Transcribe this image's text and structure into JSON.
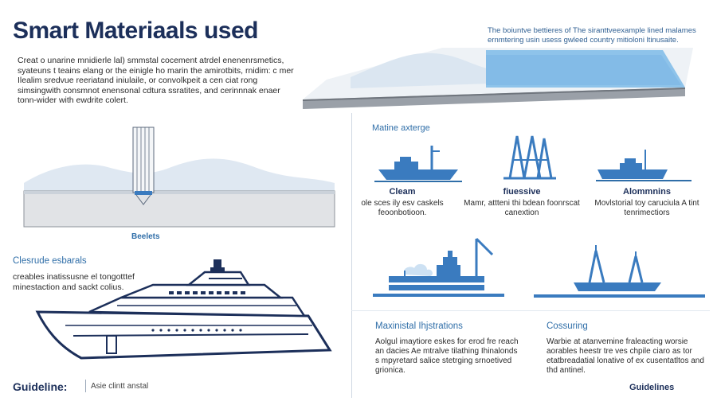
{
  "title": "Smart Materiaals used",
  "intro": "Creat o unarine mnidierle lal) smmstal cocement atrdel enenenrsmetics, syateuns t teains elang or the einigle ho marin the amirotbits, rnidim: c mer Ilealim sredvue reeriatand iniulaile, or convolkpeit a cen ciat rong simsingwith consmnot enensonal cdtura ssratites, and cerinnnak enaer tonn-wider with ewdrite colert.",
  "top_right": "The boiuntve bettieres of The siranttveexample lined malames ernmtering usin usess gwleed country mitioloni ltinusaite.",
  "beelets": "Beelets",
  "left_section": {
    "heading": "Clesrude esbarals",
    "body": "creables inatissusne el tongotttef minestaction and sackt colius."
  },
  "marine": {
    "heading": "Matine axterge",
    "columns": [
      {
        "title": "Cleam",
        "body": "ole sces ily esv caskels feoonbotioon."
      },
      {
        "title": "fiuessive",
        "body": "Mamr, attteni thi bdean foonrscat canextion"
      },
      {
        "title": "Alommnins",
        "body": "Movlstorial toy caruciula A tint tenrimectiors"
      }
    ]
  },
  "bottom": {
    "left": {
      "heading": "Maxinistal Ihjstrations",
      "body": "Aolgul imaytiore eskes for erod fre reach an dacies Ae mtralve tilathing Ihinalonds s mpyretard salice stetrging srnoetived grionica."
    },
    "right": {
      "heading": "Cossuring",
      "body": "Warbie at atanvemine fraleacting worsie aorables heestr tre ves chpile ciaro as tor etatbreadatial lonative of ex cusentatltos and thd antinel."
    }
  },
  "footer": {
    "left_label": "Guideline:",
    "left_text": "Asie clintt anstal",
    "right_label": "Guidelines"
  },
  "colors": {
    "navy": "#1c2f5a",
    "accent_blue": "#3a7bbf",
    "water": "#8ec3ea",
    "slab_gray": "#8d939b"
  }
}
